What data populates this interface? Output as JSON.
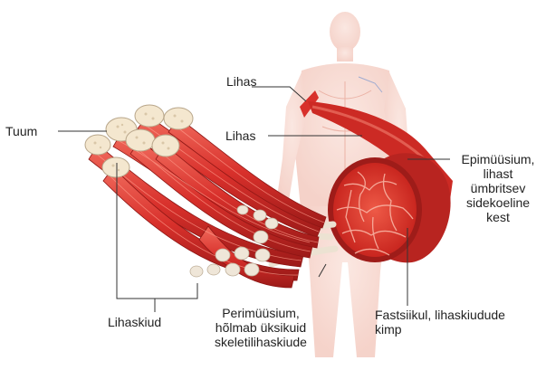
{
  "labels": {
    "tuum": "Tuum",
    "lihas_top": "Lihas",
    "lihas_mid": "Lihas",
    "lihaskiud": "Lihaskiud",
    "perimuusium": [
      "Perimüüsium,",
      "hõlmab üksikuid",
      "skeletilihaskiude"
    ],
    "epimuusium": [
      "Epimüüsium,",
      "lihast",
      "ümbritsev",
      "sidekoeline",
      "kest"
    ],
    "fastsiikul": [
      "Fastsiikul, lihaskiudude",
      "kimp"
    ]
  },
  "colors": {
    "muscle": "#d8302b",
    "muscle_dark": "#a81c1a",
    "fiber_end": "#f4e7cf",
    "silhouette": "#f6d4cc",
    "leader": "#333333"
  }
}
